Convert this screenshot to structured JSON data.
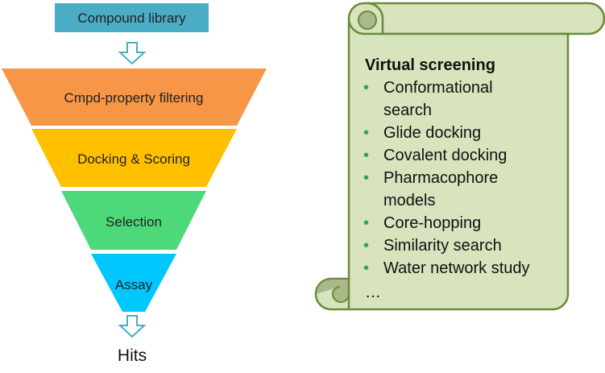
{
  "funnel": {
    "top_box": {
      "label": "Compound library",
      "color": "#4bacc6"
    },
    "stages": [
      {
        "label": "Cmpd-property filtering",
        "color": "#f79646"
      },
      {
        "label": "Docking & Scoring",
        "color": "#ffc000"
      },
      {
        "label": "Selection",
        "color": "#4dd97a"
      },
      {
        "label": "Assay",
        "color": "#00c8ff"
      }
    ],
    "output_label": "Hits",
    "arrow_color": "#4bacc6"
  },
  "scroll": {
    "title": "Virtual screening",
    "bullet_color": "#2aa84a",
    "fill_color": "#d7e4bd",
    "shadow_color": "#a9b98a",
    "border_color": "#6b8a3a",
    "items": [
      {
        "lines": [
          "Conformational",
          "search"
        ]
      },
      {
        "lines": [
          "Glide docking"
        ]
      },
      {
        "lines": [
          "Covalent docking"
        ]
      },
      {
        "lines": [
          "Pharmacophore",
          "models"
        ]
      },
      {
        "lines": [
          "Core-hopping"
        ]
      },
      {
        "lines": [
          "Similarity search"
        ]
      },
      {
        "lines": [
          "Water network study"
        ]
      }
    ],
    "ellipsis": "…"
  }
}
